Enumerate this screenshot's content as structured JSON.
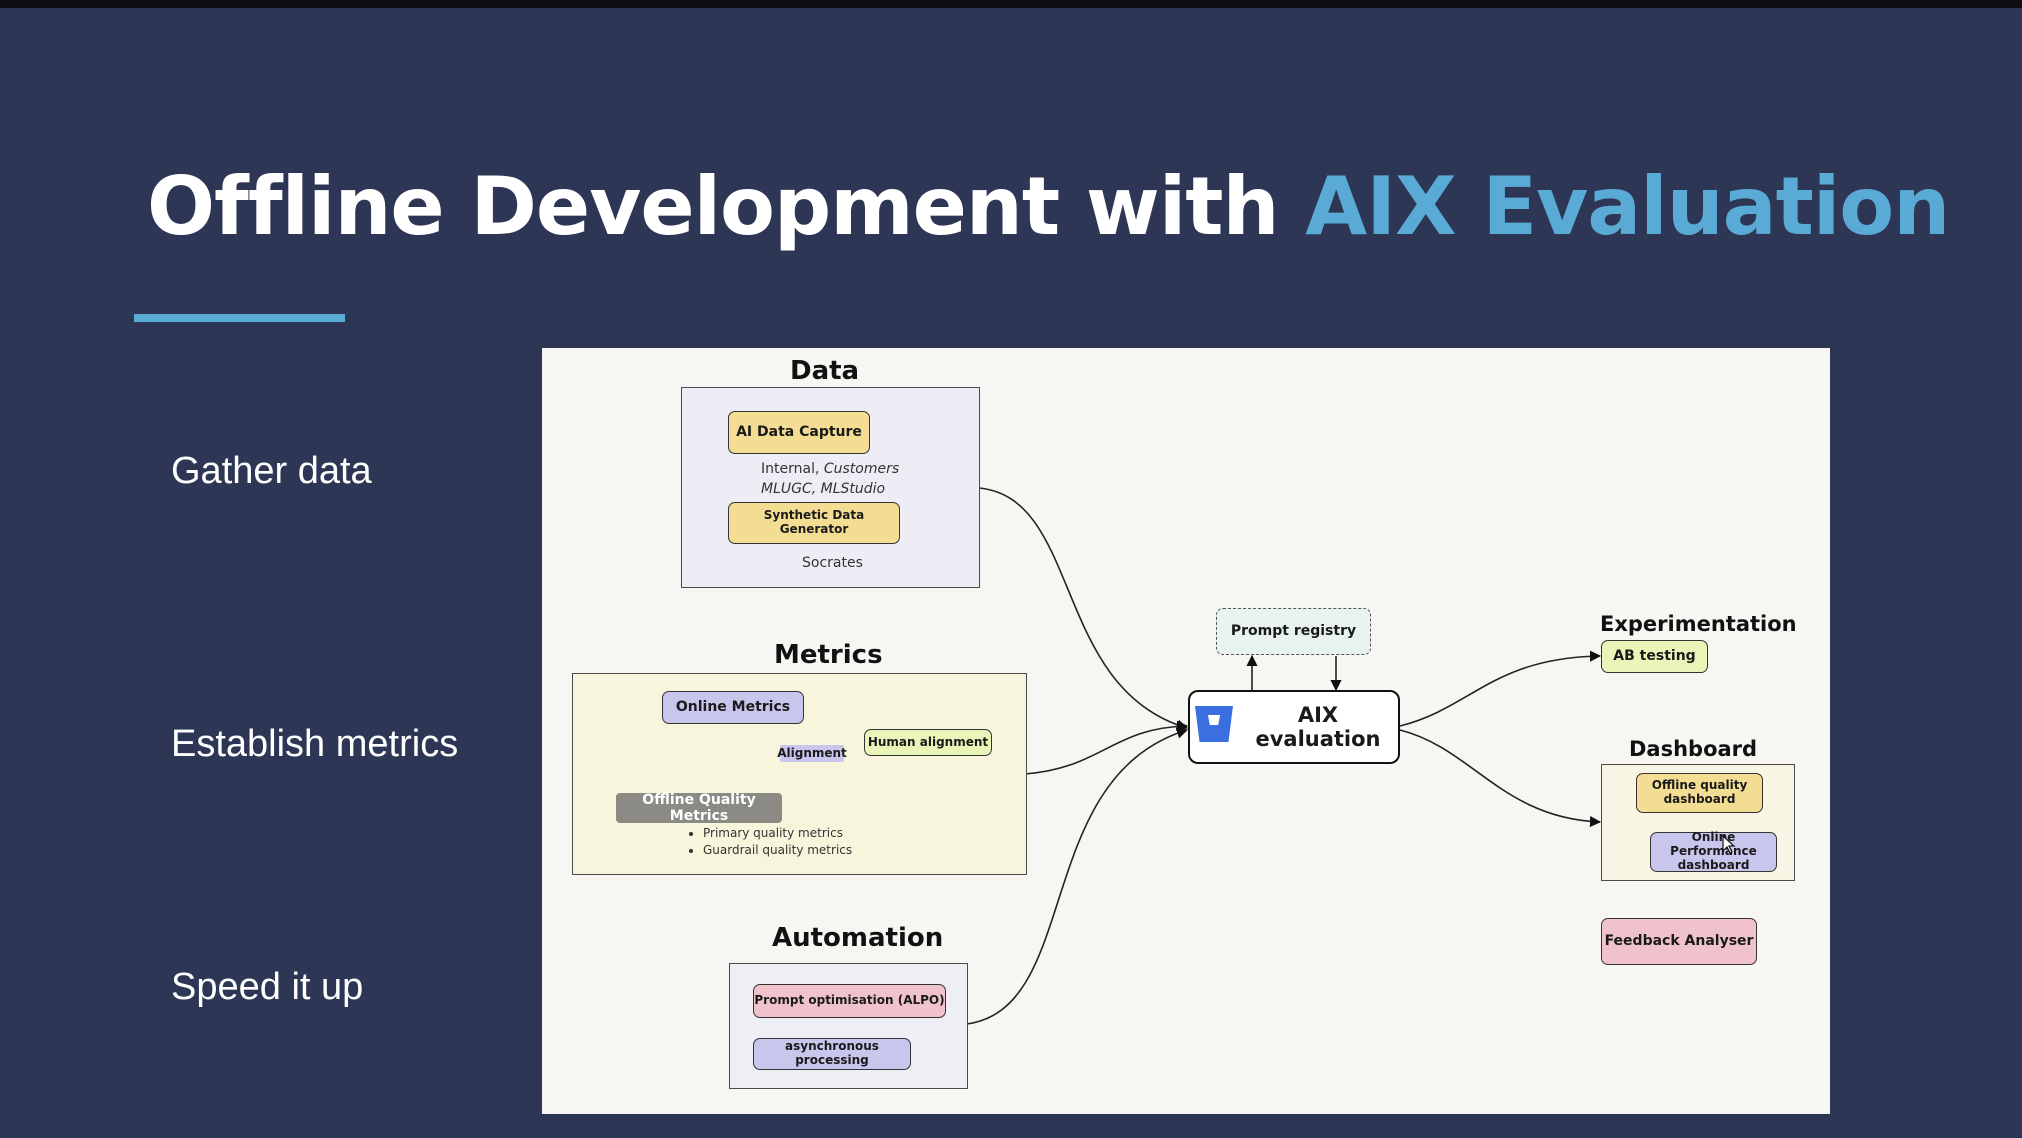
{
  "slide": {
    "title_main": "Offline Development with ",
    "title_accent": "AIX Evaluation",
    "accent_color": "#5aaad6",
    "background_color": "#2d3654"
  },
  "sidebar": {
    "items": [
      {
        "label": "Gather data"
      },
      {
        "label": "Establish metrics"
      },
      {
        "label": "Speed it up"
      }
    ]
  },
  "diagram": {
    "data": {
      "heading": "Data",
      "ai_data_capture": "AI Data Capture",
      "capture_note_plain": "Internal, ",
      "capture_note_italic": "Customers",
      "capture_note_line2": "MLUGC, MLStudio",
      "synthetic_generator": "Synthetic Data Generator",
      "generator_note": "Socrates"
    },
    "metrics": {
      "heading": "Metrics",
      "online_metrics": "Online Metrics",
      "alignment": "Alignment",
      "human_alignment": "Human alignment",
      "offline_quality_metrics": "Offline Quality Metrics",
      "bullets": [
        "Primary quality metrics",
        "Guardrail quality metrics"
      ]
    },
    "automation": {
      "heading": "Automation",
      "prompt_optimisation": "Prompt optimisation (ALPO)",
      "async_processing": "asynchronous processing"
    },
    "center": {
      "prompt_registry": "Prompt registry",
      "aix_evaluation": "AIX evaluation",
      "icon": "bucket-logo-icon"
    },
    "experimentation": {
      "heading": "Experimentation",
      "ab_testing": "AB testing"
    },
    "dashboard": {
      "heading": "Dashboard",
      "offline_quality_dashboard": "Offline quality dashboard",
      "online_performance_dashboard": "Online Performance dashboard"
    },
    "feedback_analyser": "Feedback Analyser",
    "colors": {
      "yellow_chip": "#f3dd93",
      "purple_chip": "#c9c6ee",
      "green_chip": "#e9f5b8",
      "pink_chip": "#f0c3cc",
      "gray_chip": "#8c8a85",
      "data_frame": "#eeedf5",
      "metrics_frame": "#f7f6dd",
      "automation_frame": "#eeeff5",
      "dashboard_frame": "#f8f5e4",
      "prompt_registry_fill": "#e8f3ef"
    }
  }
}
